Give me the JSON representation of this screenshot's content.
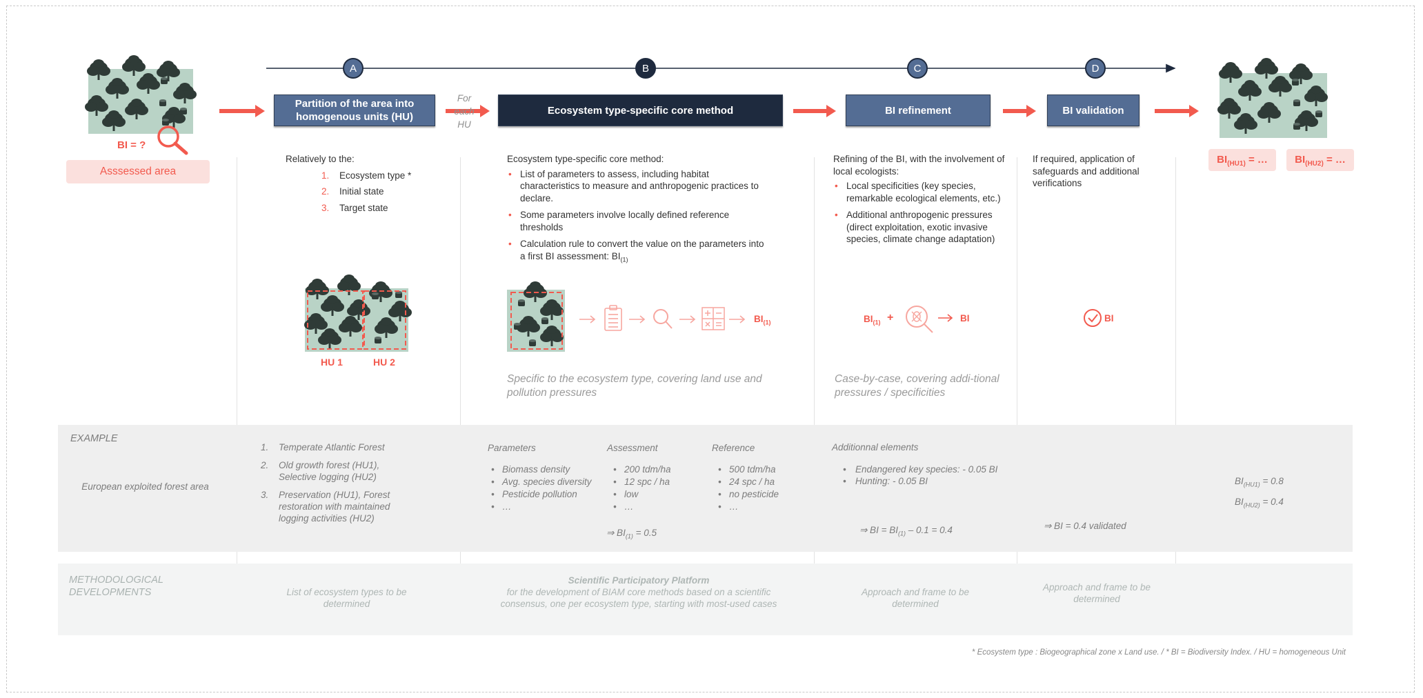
{
  "legend_note": "* Ecosystem type : Biogeographical zone x Land use.  /  * BI = Biodiversity Index.   /  HU = homogeneous Unit",
  "timeline": {
    "markers": [
      "A",
      "B",
      "C",
      "D"
    ]
  },
  "start": {
    "bi_label": "BI = ?",
    "area_label": "Asssessed area"
  },
  "steps": {
    "a_title": "Partition of the area into homogenous units (HU)",
    "for_each": [
      "For",
      "each",
      "HU"
    ],
    "b_title": "Ecosystem type-specific core method",
    "c_title": "BI refinement",
    "d_title": "BI validation"
  },
  "end": {
    "bi_hu1": "BI",
    "bi_hu1_sub": "(HU1)",
    "bi_hu1_tail": " = …",
    "bi_hu2": "BI",
    "bi_hu2_sub": "(HU2)",
    "bi_hu2_tail": " = …"
  },
  "col_a": {
    "intro": "Relatively to the:",
    "items": [
      {
        "n": "1.",
        "t": "Ecosystem type *"
      },
      {
        "n": "2.",
        "t": "Initial state"
      },
      {
        "n": "3.",
        "t": "Target state"
      }
    ],
    "hu1": "HU 1",
    "hu2": "HU 2"
  },
  "col_b": {
    "intro": "Ecosystem type-specific core method:",
    "bullets": [
      "List of parameters to assess, including habitat characteristics to measure and anthropogenic practices to declare.",
      "Some parameters involve locally defined reference thresholds",
      "Calculation rule to convert the value on the parameters into a first BI assessment: BI"
    ],
    "sub1": "(1)",
    "flow_bi": "BI",
    "flow_sub": "(1)",
    "caption": "Specific to the ecosystem type, covering land use and pollution pressures"
  },
  "col_c": {
    "intro": "Refining of the BI, with the involvement of local ecologists:",
    "bullets": [
      "Local specificities (key species, remarkable ecological elements, etc.)",
      "Additional anthropogenic pressures (direct exploitation, exotic invasive species, climate change adaptation)"
    ],
    "formula_bi": "BI",
    "formula_sub": "(1)",
    "formula_plus": "+",
    "formula_result": "BI",
    "caption": "Case-by-case, covering addi-tional pressures / specificities"
  },
  "col_d": {
    "intro": "If required, application of safeguards and additional verifications",
    "check_label": "BI"
  },
  "example": {
    "label": "EXAMPLE",
    "area": "European exploited forest area",
    "a_items": [
      {
        "n": "1.",
        "t": "Temperate Atlantic Forest"
      },
      {
        "n": "2.",
        "t": "Old growth forest (HU1), Selective logging (HU2)"
      },
      {
        "n": "3.",
        "t": "Preservation (HU1), Forest restoration with maintained logging activities (HU2)"
      }
    ],
    "b_headers": [
      "Parameters",
      "Assessment",
      "Reference"
    ],
    "b_params": [
      "Biomass density",
      "Avg. species diversity",
      "Pesticide pollution",
      "…"
    ],
    "b_assess": [
      "200 tdm/ha",
      "12 spc / ha",
      "low",
      "…"
    ],
    "b_ref": [
      "500 tdm/ha",
      "24 spc / ha",
      "no pesticide",
      "…"
    ],
    "b_result": "⇒ BI",
    "b_result_sub": "(1)",
    "b_result_val": " =  0.5",
    "c_header": "Additionnal elements",
    "c_items": [
      "Endangered key species: - 0.05 BI",
      "Hunting: - 0.05 BI"
    ],
    "c_result": "⇒ BI =  BI",
    "c_result_sub": "(1)",
    "c_result_val": " – 0.1 =  0.4",
    "d_result": "⇒ BI =  0.4 validated",
    "e_hu1": "BI",
    "e_hu1_sub": "(HU1)",
    "e_hu1_val": " = 0.8",
    "e_hu2": "BI",
    "e_hu2_sub": "(HU2)",
    "e_hu2_val": " = 0.4"
  },
  "methods": {
    "label": "METHODOLOGICAL DEVELOPMENTS",
    "a": "List of ecosystem types to be determined",
    "b_title": "Scientific Participatory Platform",
    "b_text": "for the development of BIAM core methods based on a scientific consensus, one per ecosystem type, starting with most-used cases",
    "c": "Approach and frame to be determined",
    "d": "Approach and frame to be determined"
  },
  "colors": {
    "accent": "#f25a4e",
    "step_blue": "#546d94",
    "step_dark": "#1e2a3e",
    "tree_dark": "#2f3b37",
    "land": "#b9d3c6"
  }
}
